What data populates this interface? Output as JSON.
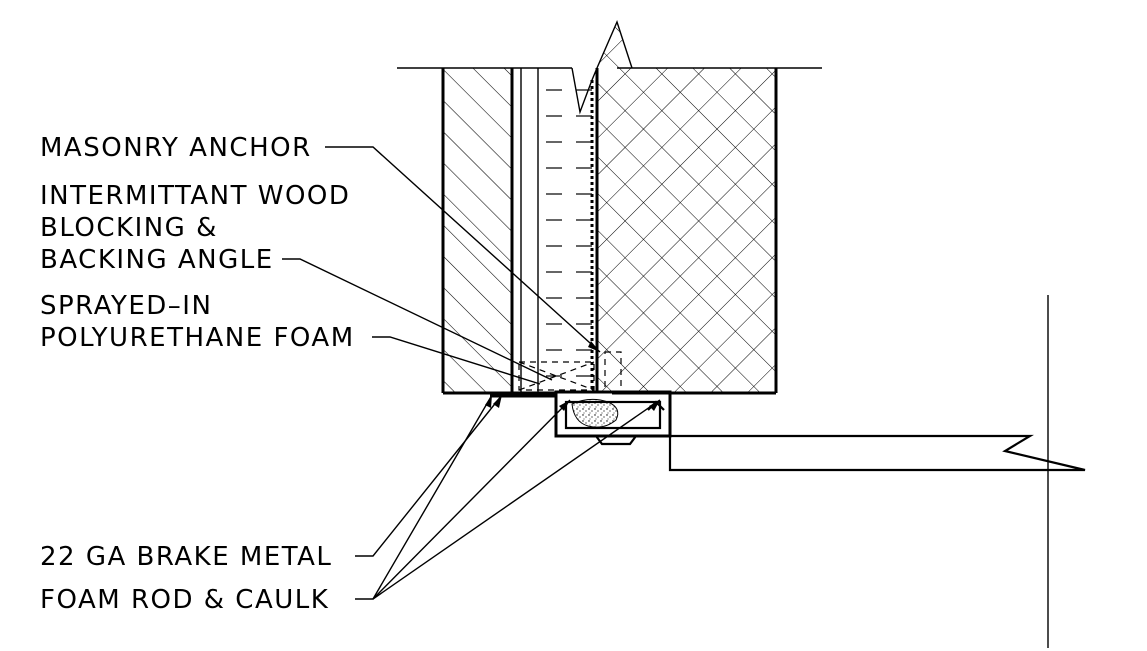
{
  "labels": {
    "masonry_anchor": "MASONRY ANCHOR",
    "wood_blocking_l1": "INTERMITTANT WOOD",
    "wood_blocking_l2": "BLOCKING &",
    "wood_blocking_l3": "BACKING ANGLE",
    "spray_foam_l1": "SPRAYED–IN",
    "spray_foam_l2": "POLYURETHANE FOAM",
    "brake_metal": "22 GA BRAKE METAL",
    "foam_rod": "FOAM ROD & CAULK"
  }
}
